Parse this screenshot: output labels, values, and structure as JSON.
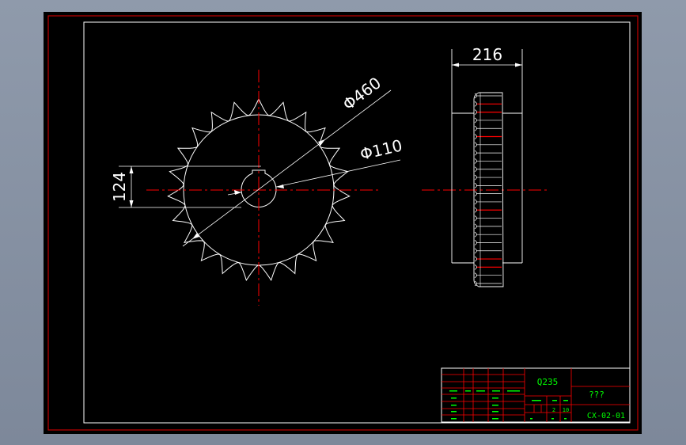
{
  "drawing": {
    "colors": {
      "viewport_bg": "#8f9aab",
      "sheet_bg": "#000000",
      "outer_border": "#c00000",
      "geometry": "#ffffff",
      "centerline": "#ff0000",
      "titleblock_text": "#00ff00",
      "titleblock_lines": "#ff0000"
    },
    "front_view": {
      "teeth_count": 23,
      "dimension_outer_diameter": "Φ460",
      "dimension_bore_diameter": "Φ110",
      "dimension_key_height": "124"
    },
    "side_view": {
      "dimension_width": "216"
    },
    "title_block": {
      "material": "Q235",
      "name": "???",
      "drawing_number": "CX-02-01",
      "small_values": [
        "2",
        "10"
      ]
    }
  }
}
